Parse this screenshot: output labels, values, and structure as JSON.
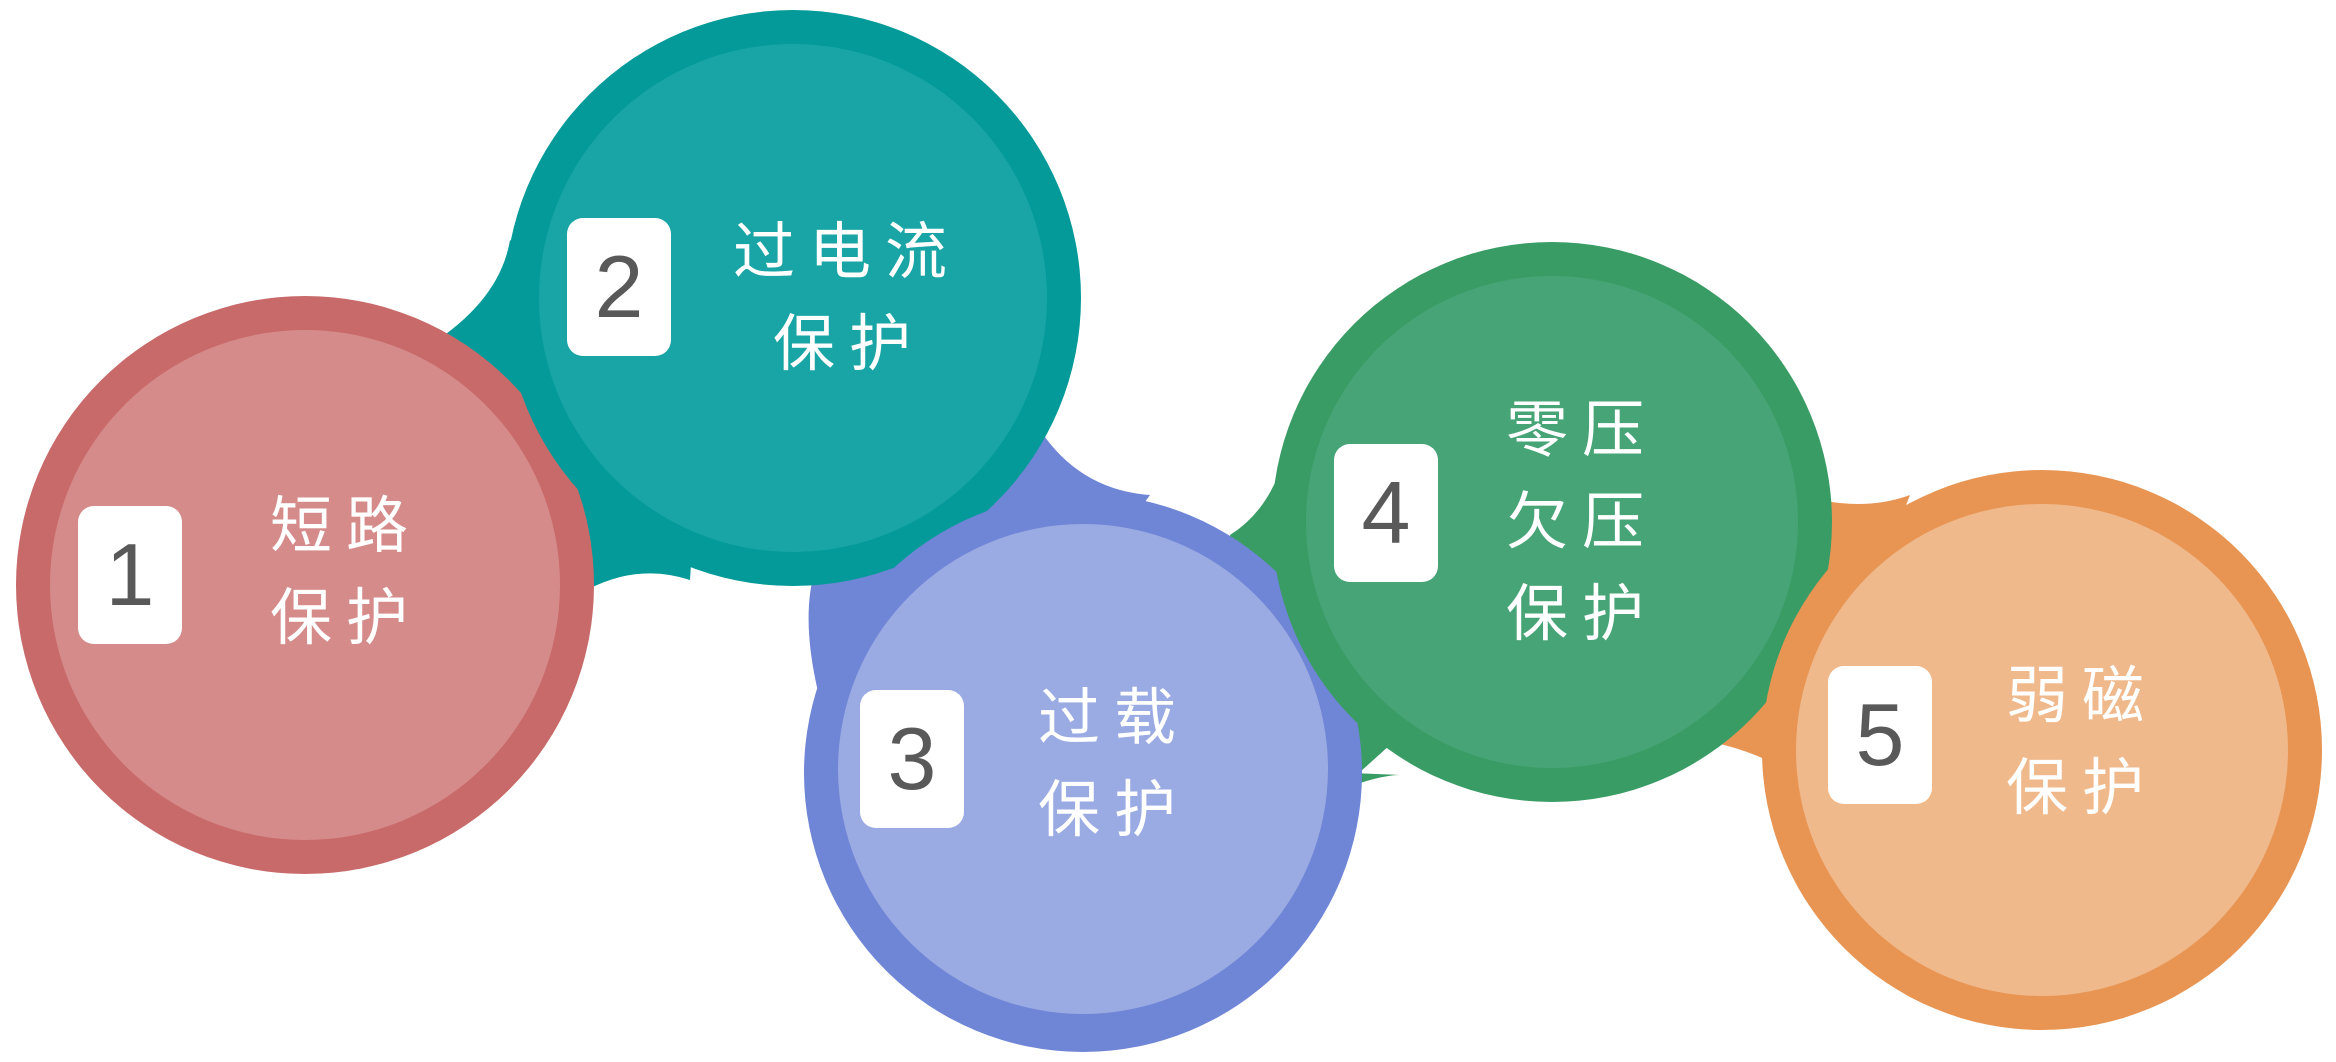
{
  "items": [
    {
      "number": "1",
      "lines": [
        "短路",
        "保护"
      ],
      "outer_color": "#c96a6a",
      "inner_color": "#d68b8b"
    },
    {
      "number": "2",
      "lines": [
        "过电流",
        "保护"
      ],
      "outer_color": "#039a99",
      "inner_color": "#19a5a5"
    },
    {
      "number": "3",
      "lines": [
        "过载",
        "保护"
      ],
      "outer_color": "#6f85d6",
      "inner_color": "#9aaae3"
    },
    {
      "number": "4",
      "lines": [
        "零压",
        "欠压",
        "保护"
      ],
      "outer_color": "#3a9c65",
      "inner_color": "#47a477"
    },
    {
      "number": "5",
      "lines": [
        "弱磁",
        "保护"
      ],
      "outer_color": "#e89553",
      "inner_color": "#f0b98c"
    }
  ]
}
